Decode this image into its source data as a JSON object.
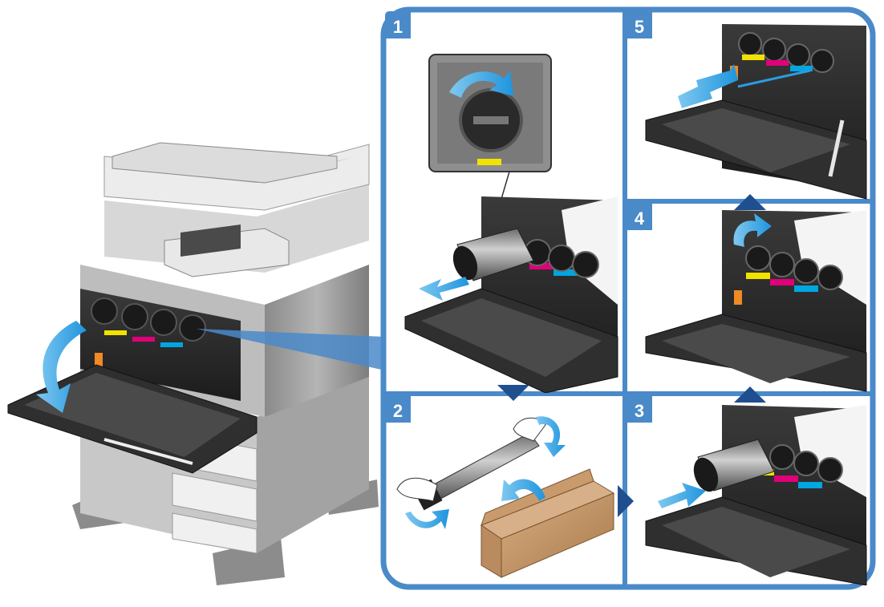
{
  "steps": [
    {
      "number": "1",
      "action": "remove-toner-cartridge"
    },
    {
      "number": "2",
      "action": "shake-new-toner-cartridge"
    },
    {
      "number": "3",
      "action": "insert-new-toner-cartridge"
    },
    {
      "number": "4",
      "action": "rotate-cartridge-lock"
    },
    {
      "number": "5",
      "action": "clean-print-head-glass"
    }
  ],
  "colors": {
    "frame_blue": "#4a8ac9",
    "arrow_blue": "#2e9be0",
    "machine_gray": "#9a9a9a",
    "toner_yellow": "#f2e200",
    "toner_magenta": "#e0007a",
    "toner_cyan": "#00a6e0",
    "box_brown": "#c79a6c",
    "marker_navy": "#1f4f8f"
  },
  "icons": [
    "rotate-arrow-icon",
    "pull-arrow-icon",
    "push-arrow-icon",
    "shake-arrow-icon",
    "slide-arrow-icon",
    "next-step-triangle-icon"
  ]
}
